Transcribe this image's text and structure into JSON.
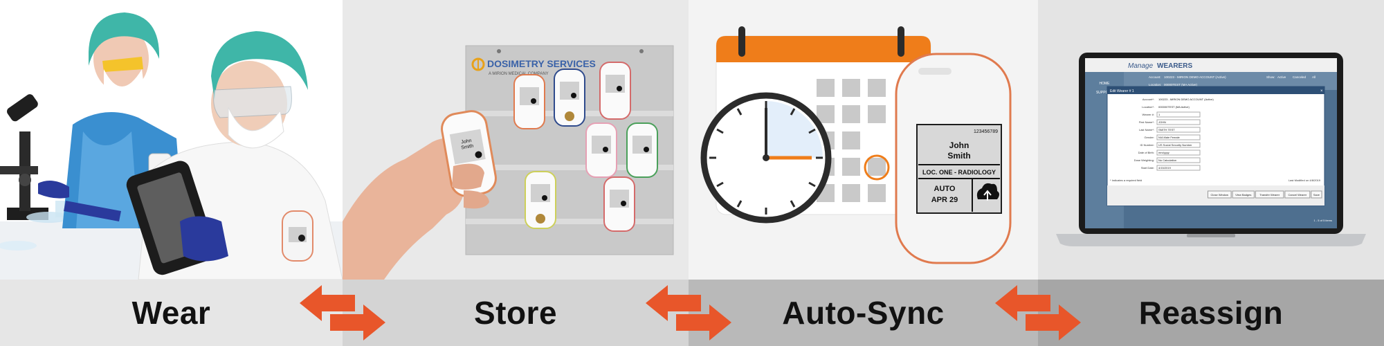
{
  "steps": [
    {
      "label": "Wear"
    },
    {
      "label": "Store"
    },
    {
      "label": "Auto-Sync"
    },
    {
      "label": "Reassign"
    }
  ],
  "colors": {
    "accent_orange": "#e8562a",
    "calendar_orange": "#ef7d1a",
    "scrub_blue": "#3a8fd0",
    "cap_teal": "#3fb6a8",
    "glove_navy": "#2a3a9c"
  },
  "rack": {
    "brand": "DOSIMETRY SERVICES",
    "tagline": "A MIRION MEDICAL COMPANY"
  },
  "badge_big": {
    "serial": "123456789",
    "name_line1": "John",
    "name_line2": "Smith",
    "location": "LOC. ONE - RADIOLOGY",
    "mode": "AUTO",
    "date": "APR 29"
  },
  "handheld_badge": {
    "name_line1": "John",
    "name_line2": "Smith"
  },
  "laptop": {
    "title_prefix": "Manage",
    "title_main": "WEARERS",
    "side_nav": [
      "HOME",
      "SUPPORT"
    ],
    "account_row_label": "Account:",
    "account_row_value": "100223 - MIRION DEMO ACCOUNT (Active)",
    "location_row_label": "Location:",
    "location_row_value": "00000TEST (MA Active)",
    "dialog_title": "Edit Wearer # 1",
    "fields": [
      {
        "label": "Account*:",
        "value": "100223 - MIRION DEMO ACCOUNT (Active)"
      },
      {
        "label": "Location*:",
        "value": "000000TEST (MA Active)"
      },
      {
        "label": "Wearer #:",
        "value": "1"
      },
      {
        "label": "First Name*:",
        "value": "JOHN"
      },
      {
        "label": "Last Name*:",
        "value": "SMITH TEST"
      },
      {
        "label": "Gender:",
        "value": "N/A  Male  Female"
      },
      {
        "label": "ID Number:",
        "value": "US Social Security Number"
      },
      {
        "label": "Date of Birth:",
        "value": "mm/yyyy"
      },
      {
        "label": "Dose Weighting:",
        "value": "No Calculation"
      },
      {
        "label": "Start Date:",
        "value": "4/15/2019"
      }
    ],
    "required_note": "* Indicates a required field",
    "last_modified": "Last Modified on 4/8/2019",
    "buttons": [
      "Close Window",
      "View Badges",
      "Transfer Wearer",
      "Cancel Wearer",
      "Save"
    ],
    "radio_labels": [
      "Show:",
      "Active",
      "Canceled",
      "All"
    ],
    "pager": "1 - 5 of 5 items"
  }
}
